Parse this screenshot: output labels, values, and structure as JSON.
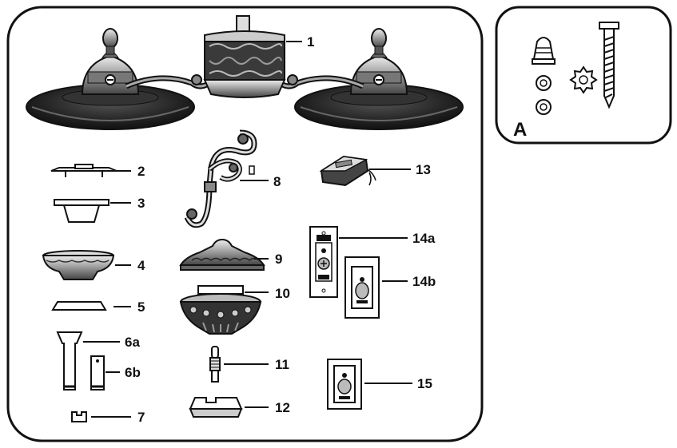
{
  "parts": {
    "p1": "1",
    "p2": "2",
    "p3": "3",
    "p4": "4",
    "p5": "5",
    "p6a": "6a",
    "p6b": "6b",
    "p7": "7",
    "p8": "8",
    "p9": "9",
    "p10": "10",
    "p11": "11",
    "p12": "12",
    "p13": "13",
    "p14a": "14a",
    "p14b": "14b",
    "p15": "15"
  },
  "hardware": {
    "label": "A"
  }
}
